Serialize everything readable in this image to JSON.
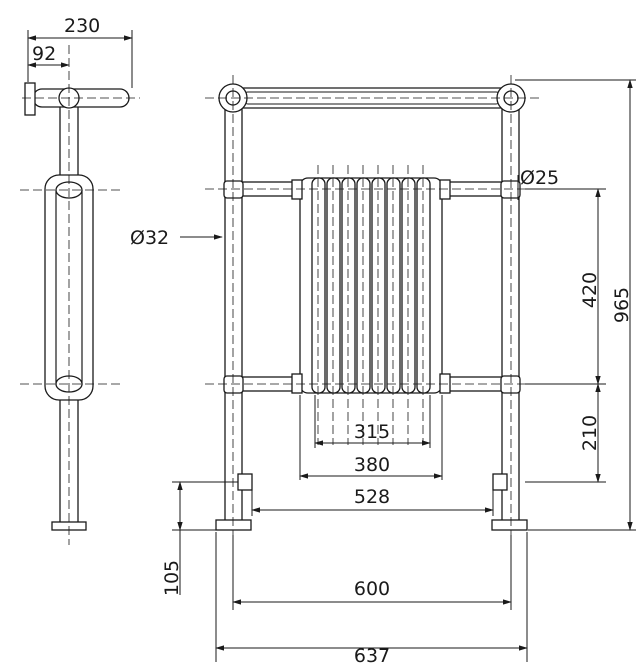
{
  "dimensions": {
    "side_depth": "230",
    "side_offset": "92",
    "pipe_diameter": "Ø32",
    "connection_diameter": "Ø25",
    "panel_height": "420",
    "total_height": "965",
    "bottom_rail_height": "210",
    "section_width_315": "315",
    "section_width_380": "380",
    "inlet_spacing": "528",
    "floor_clearance": "105",
    "leg_centres": "600",
    "overall_width": "637"
  }
}
